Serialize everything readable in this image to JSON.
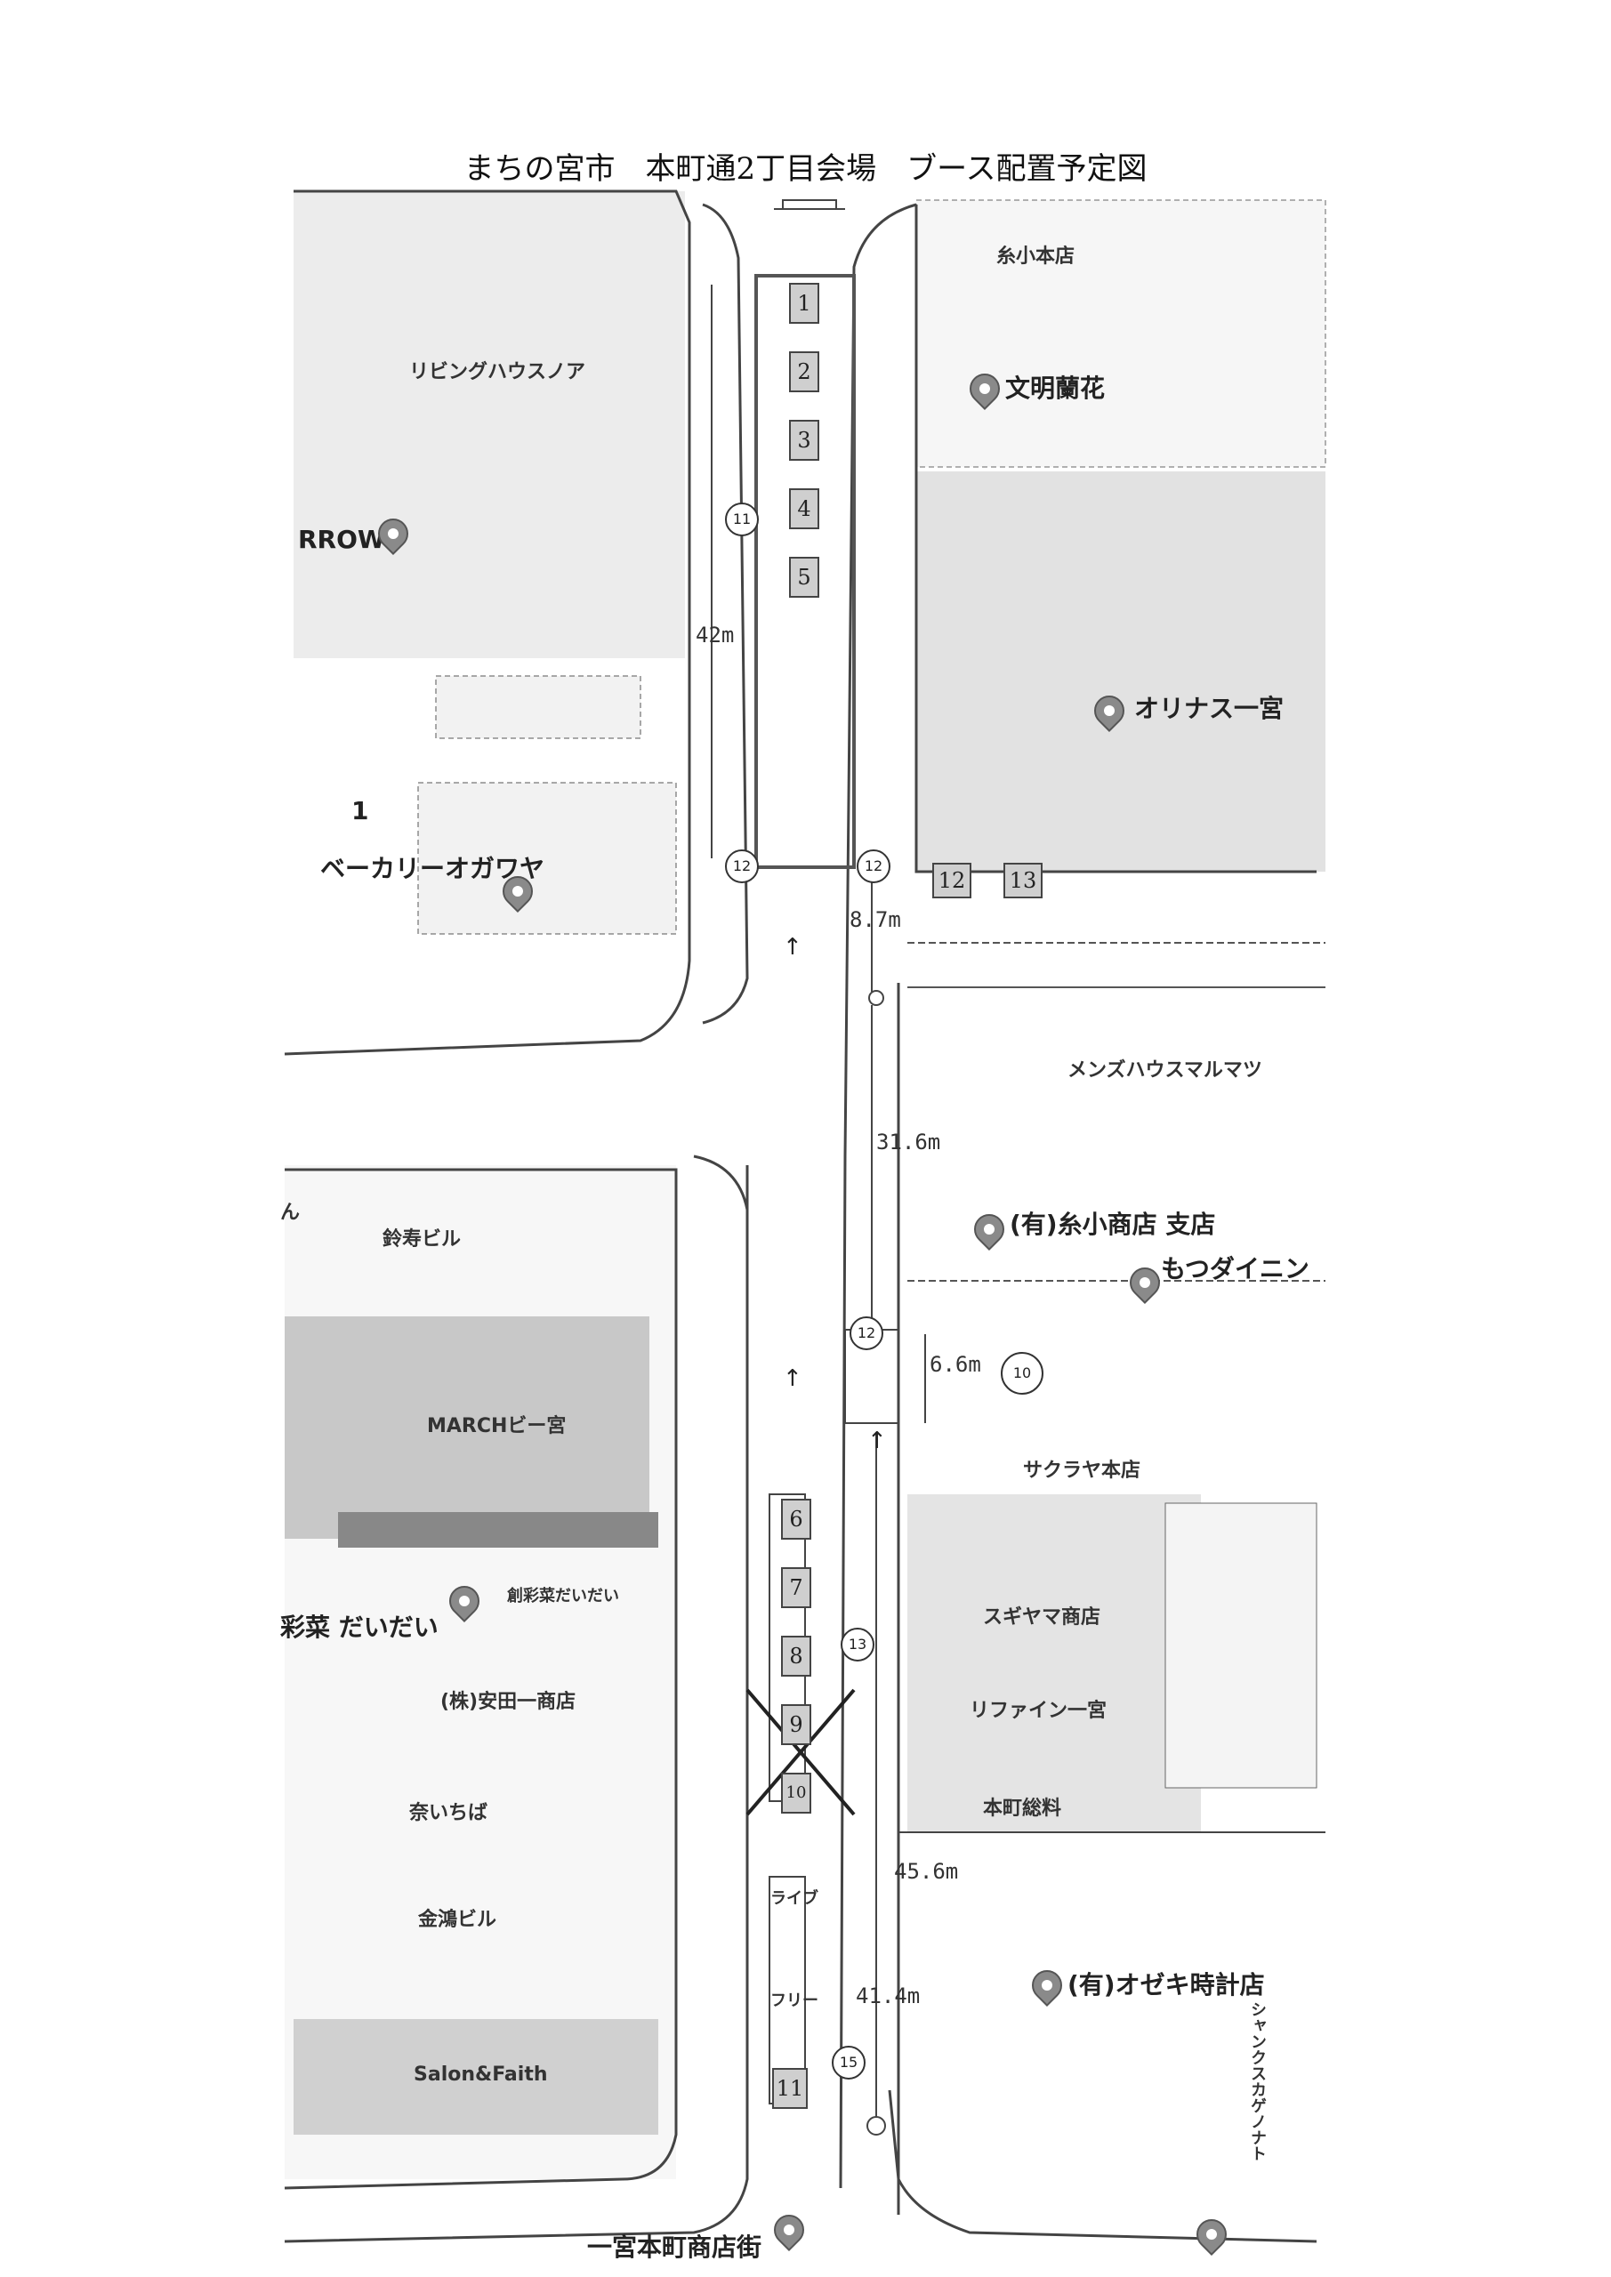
{
  "title": "まちの宮市　本町通2丁目会場　ブース配置予定図",
  "buildings": {
    "itoko_honten": "糸小本店",
    "bunmei_rankwa": "文明蘭花",
    "living_house": "リビングハウスノア",
    "arrows": "RROWS",
    "orinasu": "オリナス一宮",
    "number_one": "1",
    "bakery": "ベーカリーオガワヤ",
    "mens_house": "メンズハウスマルマツ",
    "itoko_branch": "(有)糸小商店 支店",
    "motsu": "もつダイニン",
    "suzuki_bldg": "鈴寿ビル",
    "partial_n": "ん",
    "march": "MARCHビー宮",
    "daidai": "彩菜 だいだい",
    "daidai_full": "創彩菜だいだい",
    "yasuda": "(株)安田一商店",
    "ichiba": "奈いちば",
    "kintetsu": "金鴻ビル",
    "salon": "Salon&Faith",
    "sakuraya": "サクラヤ本店",
    "sugiyama": "スギヤマ商店",
    "refine": "リファイン一宮",
    "honmachi": "本町総料",
    "ozeki": "(有)オゼキ時計店",
    "shopping_street": "一宮本町商店街",
    "vertical_shop": "シャンクスカゲノナト"
  },
  "booths": {
    "b1": "1",
    "b2": "2",
    "b3": "3",
    "b4": "4",
    "b5": "5",
    "b6": "6",
    "b7": "7",
    "b8": "8",
    "b9": "9",
    "b10": "10",
    "b11": "11",
    "b12": "12",
    "b13": "13",
    "live": "ライブ",
    "free": "フリー"
  },
  "measurements": {
    "m1": "42m",
    "m2": "8.7m",
    "m3": "31.6m",
    "m4": "6.6m",
    "m5": "45.6m",
    "m6": "41.4m"
  },
  "circles": {
    "c11": "11",
    "c12a": "12",
    "c12b": "12",
    "c12c": "12",
    "c13": "13",
    "c15": "15",
    "c10": "10"
  }
}
